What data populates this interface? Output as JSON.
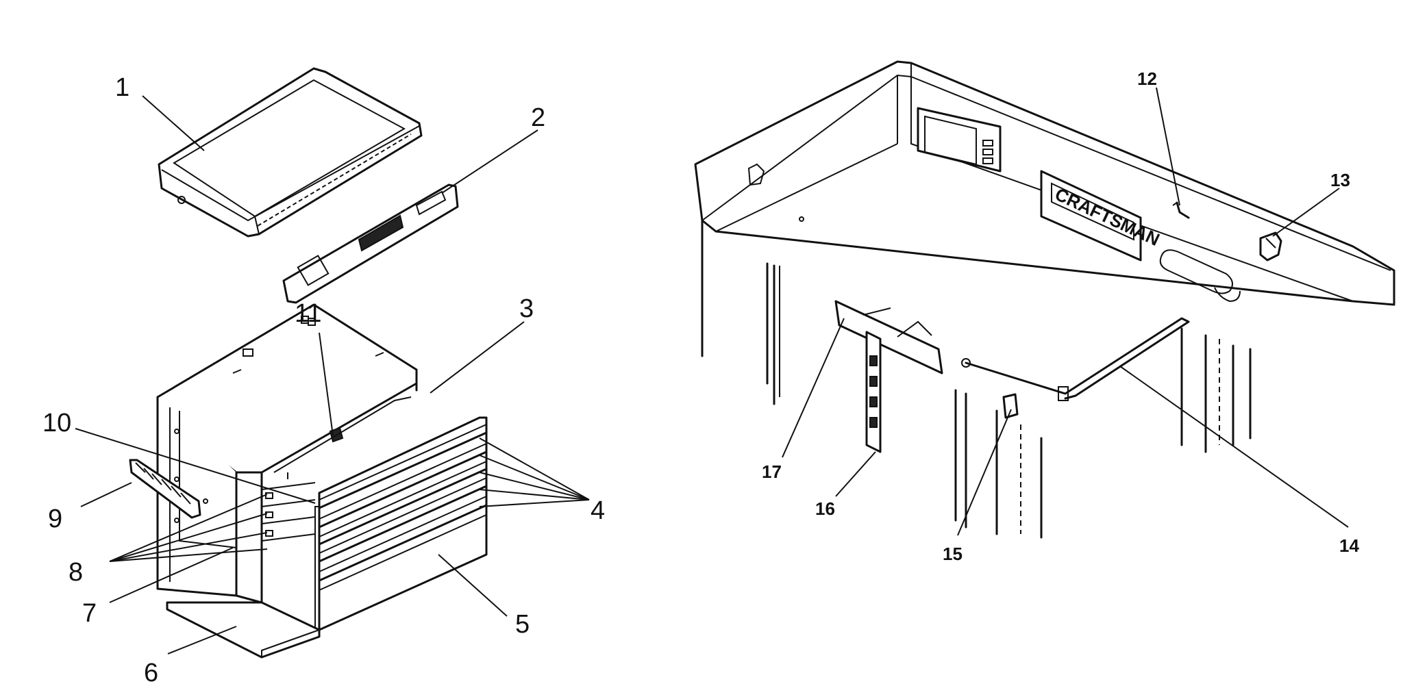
{
  "callouts": {
    "c1": "1",
    "c2": "2",
    "c3": "3",
    "c4": "4",
    "c5": "5",
    "c6": "6",
    "c7": "7",
    "c8": "8",
    "c9": "9",
    "c10": "10",
    "c11": "11",
    "c12": "12",
    "c13": "13",
    "c14": "14",
    "c15": "15",
    "c16": "16",
    "c17": "17"
  },
  "brand_plate": "CRAFTSMAN"
}
